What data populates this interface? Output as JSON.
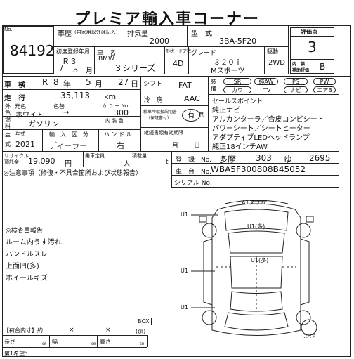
{
  "header": {
    "title": "プレミア輸入車コーナー"
  },
  "lot": {
    "label": "No.",
    "number": "84192"
  },
  "history": {
    "label": "車歴",
    "note": "(自家用以外は記入)",
    "value": ""
  },
  "displacement": {
    "label": "排気量",
    "value": "2000"
  },
  "model_type": {
    "label": "型　式",
    "value": "3BA-5F20"
  },
  "score": {
    "label": "評価点",
    "value": "3",
    "interior_label": "内　装\n補助評価",
    "interior_value": "B"
  },
  "first_reg": {
    "label": "初度登録年月",
    "era": "Ｒ３",
    "slash": "/",
    "month": "５",
    "month_unit": "月"
  },
  "car_name": {
    "label": "車　名",
    "maker": "BMW",
    "value": "３シリーズ"
  },
  "doors": {
    "label": "形状・ドア数",
    "value": "4D"
  },
  "grade": {
    "label": "グレード",
    "value1": "３２０ｉ",
    "value2": "Mスポーツ"
  },
  "drive": {
    "label": "駆動",
    "value": "2WD"
  },
  "inspection": {
    "label": "車　検",
    "era": "R",
    "year": "8",
    "year_unit": "年",
    "month": "5",
    "month_unit": "月",
    "day": "27",
    "day_unit": "日"
  },
  "mileage": {
    "label": "走　行",
    "value": "35,113",
    "unit": "km"
  },
  "color": {
    "label1": "外",
    "label2": "色",
    "orig_label": "元色",
    "color_label": "色替",
    "value": "ホワイト",
    "arrow": "→",
    "code_label": "カ ラ ー No.",
    "code": "300",
    "interior_label": "内 装 色",
    "interior_value": ""
  },
  "fuel": {
    "label1": "燃",
    "label2": "料",
    "value": "ガソリン"
  },
  "year": {
    "label1": "年",
    "label2": "式",
    "label": "年式",
    "value": "2021"
  },
  "import": {
    "label": "輸　入　区　分",
    "value": "ディーラー"
  },
  "handle": {
    "label": "ハ ン ド ル",
    "value": "右"
  },
  "recycle": {
    "label": "リサイクル\n預託金",
    "value": "19,090",
    "unit": "円"
  },
  "capacity": {
    "label": "乗車定員",
    "unit": "人"
  },
  "load": {
    "label": "積載量",
    "unit": "t"
  },
  "shift": {
    "label": "シフト",
    "value": "FAT"
  },
  "ac": {
    "label": "冷　房",
    "value": "AAC"
  },
  "manual": {
    "label": "新車時取扱説明書（保証書付）",
    "label1": "新車時取扱説明書",
    "label2": "（保証書付）",
    "have": "有",
    "none": "無"
  },
  "warranty": {
    "label": "継続書類有効期限",
    "month_unit": "月",
    "day_unit": "日"
  },
  "equipment": {
    "label1": "装",
    "label2": "備",
    "items": [
      "SR",
      "純AW",
      "PS",
      "PW",
      "カワ",
      "TV",
      "ナビ",
      "エアB"
    ]
  },
  "sales_points": {
    "label": "セールスポイント",
    "lines": [
      "純正ナビ",
      "アルカンターラ／合皮コンビシート",
      "パワーシート／シートヒーター",
      "アダプティブLEDヘッドランプ",
      "純正18インチAW"
    ]
  },
  "registration": {
    "label": "登　録　No.",
    "area": "多摩",
    "class": "303",
    "kana": "ゆ",
    "number": "2695"
  },
  "chassis": {
    "label": "車　台　No.",
    "value": "WBA5F300808B45052"
  },
  "serial": {
    "label": "シリアル No.",
    "value": ""
  },
  "notice": {
    "label": "◎注意事項（修復・不具合箇所および状態報告）"
  },
  "report": {
    "label": "◎検査員報告",
    "lines": [
      "ルーム内うす汚れ",
      "ハンドルスレ",
      "上面凹(多)",
      "ホイールキズ"
    ]
  },
  "diagram": {
    "a1": "A1スリム",
    "u1": "U1",
    "u1_tak": "U1(多)",
    "spare": "スペア"
  },
  "cargo": {
    "label": "【荷台内寸】約",
    "x": "×",
    "box": "BOX",
    "cm": "(㎝)",
    "length": "長さ",
    "width": "幅",
    "height": "高さ",
    "unit": "㎝"
  },
  "hope": {
    "label": "第1希望："
  }
}
